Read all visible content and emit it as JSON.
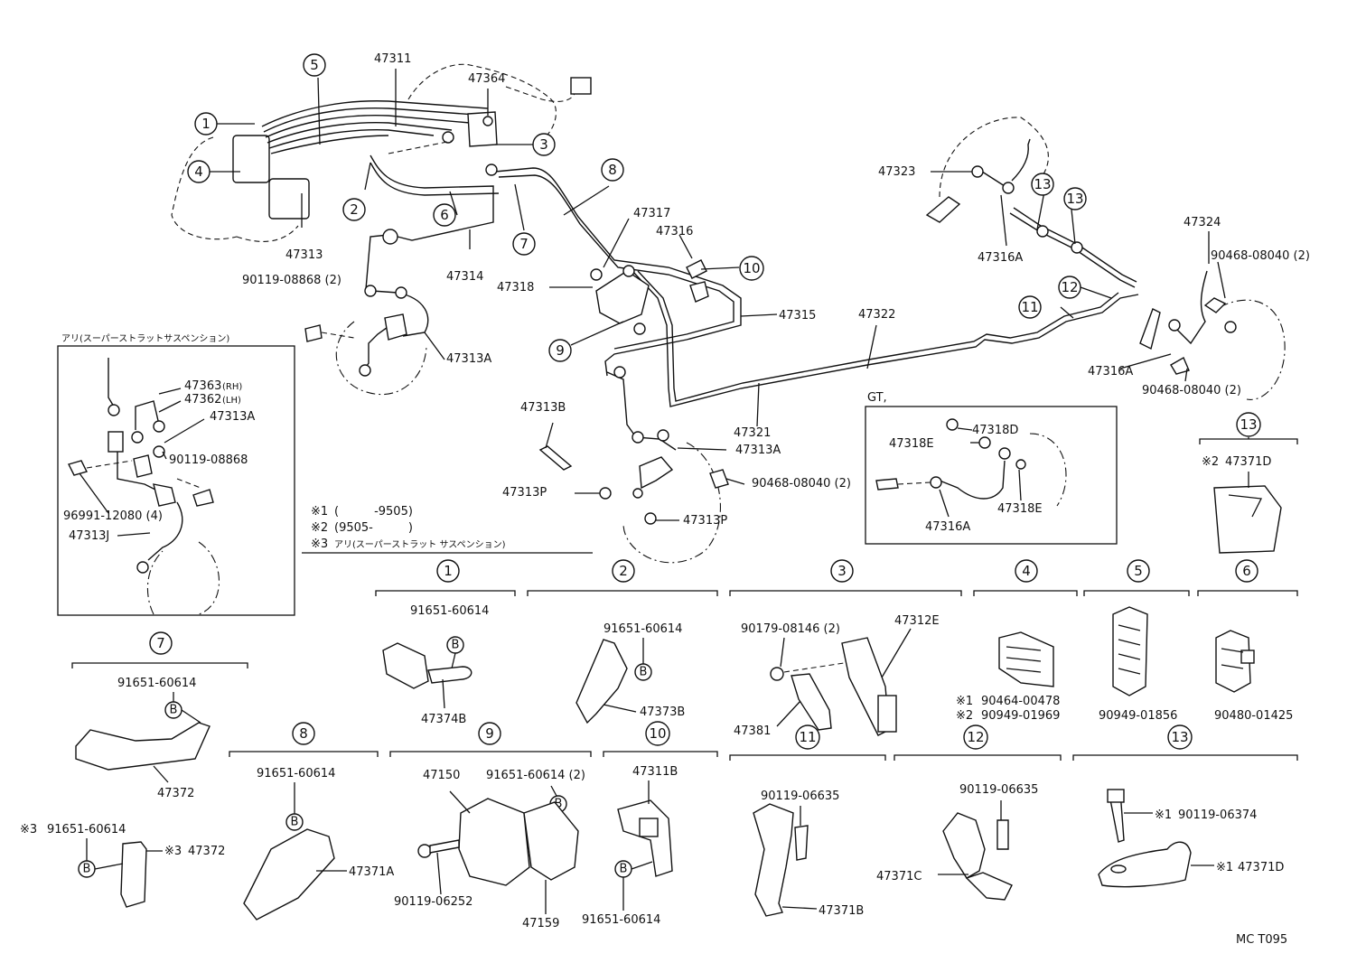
{
  "diagram_code": "MC T095",
  "callouts": {
    "c1": "1",
    "c2": "2",
    "c3": "3",
    "c4": "4",
    "c5": "5",
    "c6": "6",
    "c7": "7",
    "c8": "8",
    "c9": "9",
    "c10": "10",
    "c11": "11",
    "c12": "12",
    "c13a": "13",
    "c13b": "13"
  },
  "main_labels": {
    "p47311": "47311",
    "p47364": "47364",
    "p47313": "47313",
    "p47314": "47314",
    "p47317": "47317",
    "p47316": "47316",
    "p47318": "47318",
    "p47315": "47315",
    "p47322": "47322",
    "p47313A": "47313A",
    "p90119_08868_2": "90119-08868 (2)",
    "p47313B": "47313B",
    "p47321": "47321",
    "p47313A_b": "47313A",
    "p90468_08040_2": "90468-08040 (2)",
    "p47313P": "47313P",
    "p47313P_b": "47313P",
    "p47323": "47323",
    "p47316A": "47316A",
    "p47324": "47324",
    "p90468_08040_2b": "90468-08040 (2)",
    "p47316A_b": "47316A",
    "p90468_08040_2c": "90468-08040 (2)"
  },
  "inset_strut": {
    "title": "アリ(スーパーストラットサスペンション)",
    "p47363": "47363",
    "rh": "(RH)",
    "p47362": "47362",
    "lh": "(LH)",
    "p47313A": "47313A",
    "p90119_08868": "90119-08868",
    "p96991": "96991-12080 (4)",
    "p47313J": "47313J"
  },
  "notes": {
    "n1_mark": "※1",
    "n1_text": "(　　　-9505)",
    "n2_mark": "※2",
    "n2_text": "(9505-　　　)",
    "n3_mark": "※3",
    "n3_text": "アリ(スーパーストラット サスペンション)"
  },
  "inset_gt": {
    "title": "GT,",
    "p47318D": "47318D",
    "p47318E": "47318E",
    "p47318E_b": "47318E",
    "p47316A": "47316A"
  },
  "details": {
    "d13_mark": "※2",
    "d13_part": "47371D",
    "d1_bolt": "91651-60614",
    "d1_part": "47374B",
    "d2_bolt": "91651-60614",
    "d2_part": "47373B",
    "d3_bolt": "90179-08146 (2)",
    "d3_part": "47312E",
    "d3_part2": "47381",
    "d4_mark1": "※1",
    "d4_part1": "90464-00478",
    "d4_mark2": "※2",
    "d4_part2": "90949-01969",
    "d5_part": "90949-01856",
    "d6_part": "90480-01425",
    "d7_bolt": "91651-60614",
    "d7_part": "47372",
    "d7_alt_mark": "※3",
    "d7_alt_bolt": "91651-60614",
    "d7_alt_mark2": "※3",
    "d7_alt_part": "47372",
    "d8_bolt": "91651-60614",
    "d8_part": "47371A",
    "d9_part": "47150",
    "d9_bolt": "91651-60614 (2)",
    "d9_bolt2": "90119-06252",
    "d9_part2": "47159",
    "d10_part": "47311B",
    "d10_bolt": "91651-60614",
    "d11_bolt": "90119-06635",
    "d11_part": "47371B",
    "d12_bolt": "90119-06635",
    "d12_part": "47371C",
    "d13b_mark": "※1",
    "d13b_bolt": "90119-06374",
    "d13b_mark2": "※1",
    "d13b_part": "47371D"
  },
  "bolt_symbol": "B"
}
